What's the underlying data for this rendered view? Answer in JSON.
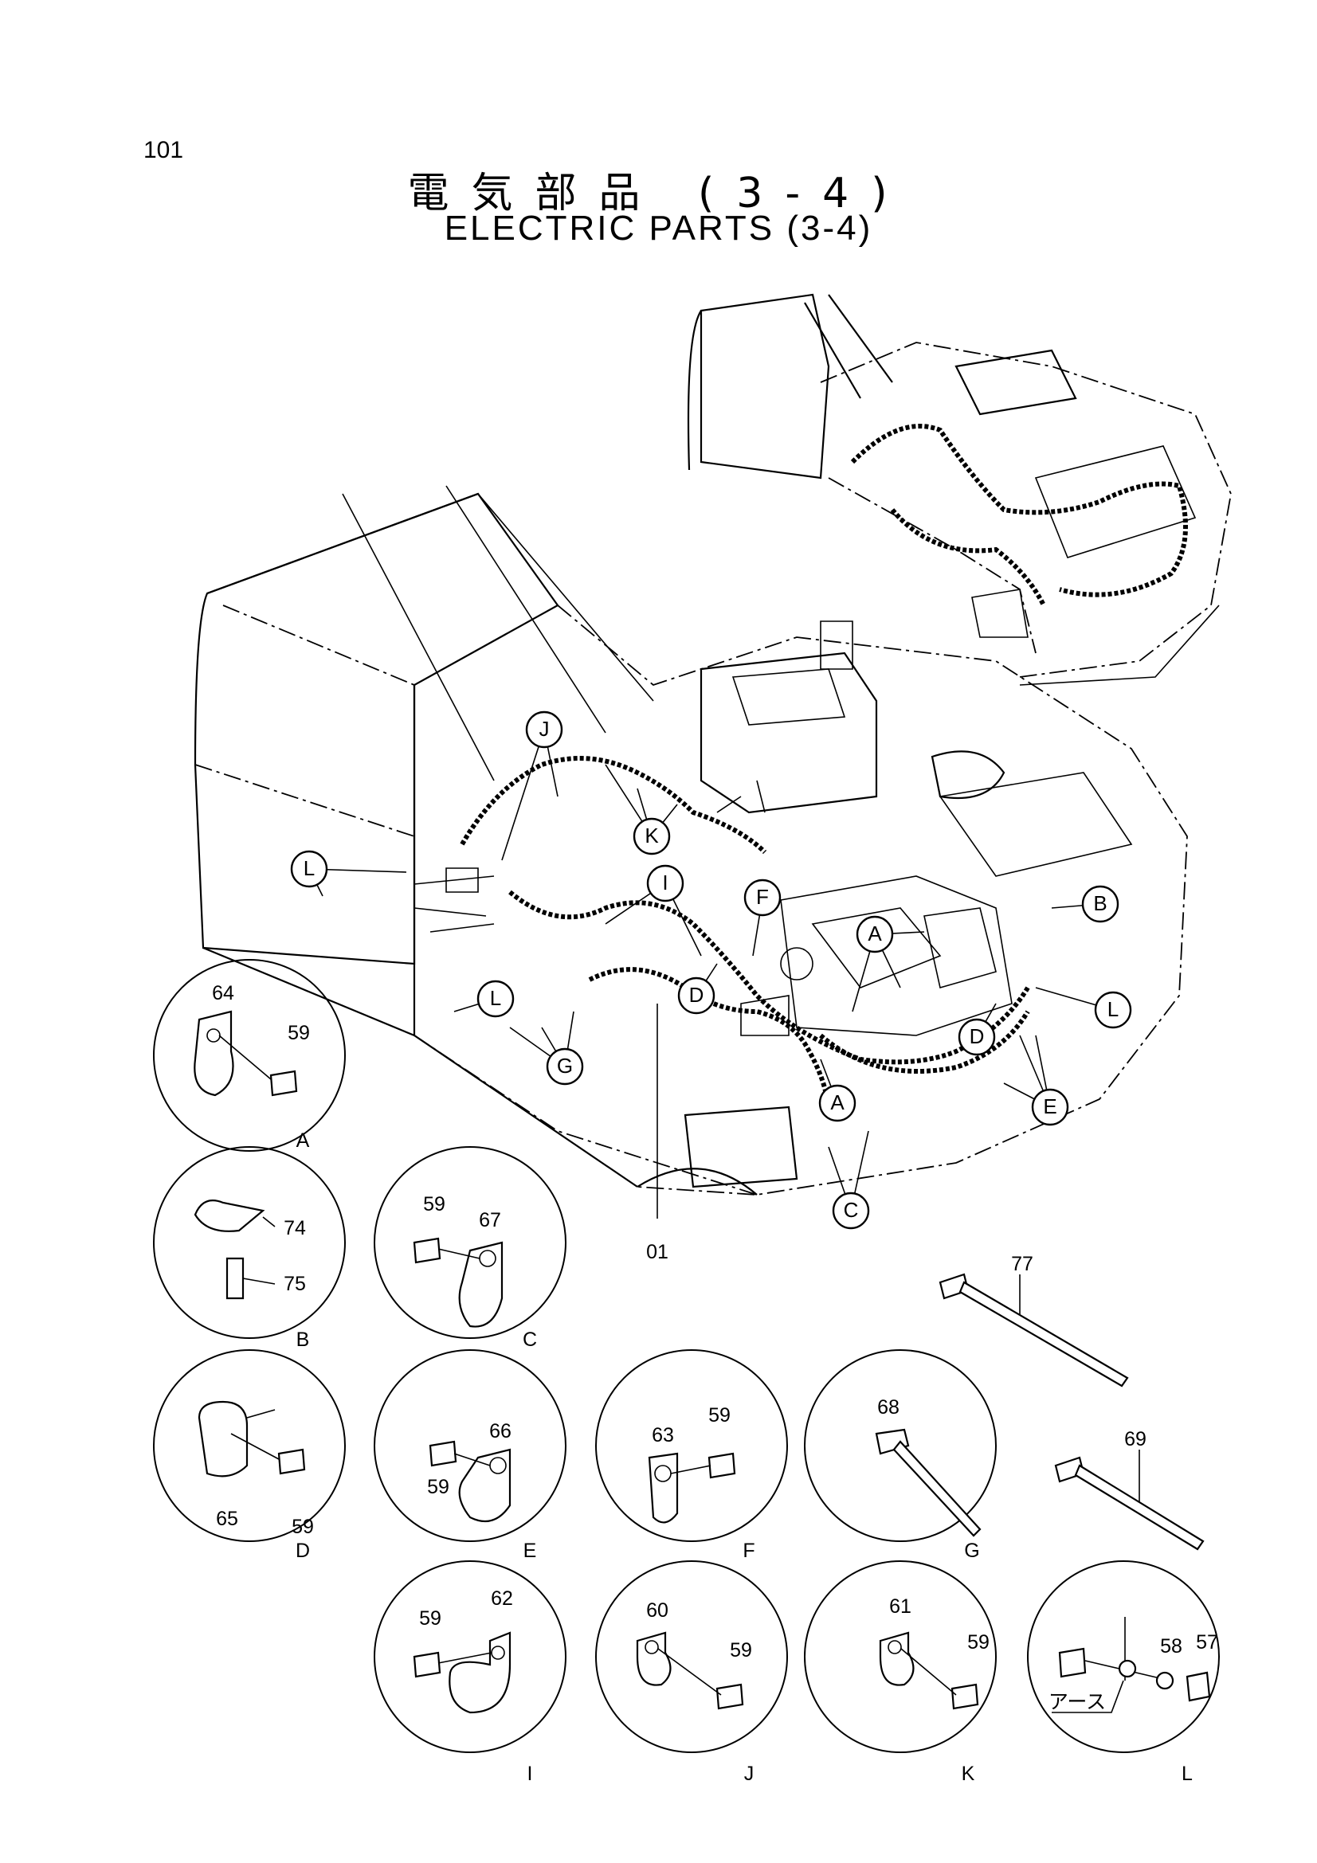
{
  "page_number": "101",
  "title_jp": "電気部品 (3-4)",
  "title_en": "ELECTRIC PARTS (3-4)",
  "harness_label": "01",
  "main_callouts": [
    "J",
    "K",
    "L",
    "I",
    "F",
    "A",
    "B",
    "D",
    "L",
    "G",
    "D",
    "E",
    "A",
    "C",
    "L"
  ],
  "ground_label": "アース",
  "details": [
    {
      "letter": "A",
      "parts": [
        "64",
        "59"
      ]
    },
    {
      "letter": "B",
      "parts": [
        "74",
        "75"
      ]
    },
    {
      "letter": "C",
      "parts": [
        "59",
        "67"
      ]
    },
    {
      "letter": "D",
      "parts": [
        "65",
        "59"
      ]
    },
    {
      "letter": "E",
      "parts": [
        "66",
        "59"
      ]
    },
    {
      "letter": "F",
      "parts": [
        "63",
        "59"
      ]
    },
    {
      "letter": "G",
      "parts": [
        "68"
      ]
    },
    {
      "letter": "I",
      "parts": [
        "59",
        "62"
      ]
    },
    {
      "letter": "J",
      "parts": [
        "60",
        "59"
      ]
    },
    {
      "letter": "K",
      "parts": [
        "61",
        "59"
      ]
    },
    {
      "letter": "L",
      "parts": [
        "58",
        "57"
      ]
    }
  ],
  "loose_parts": [
    "77",
    "69"
  ]
}
